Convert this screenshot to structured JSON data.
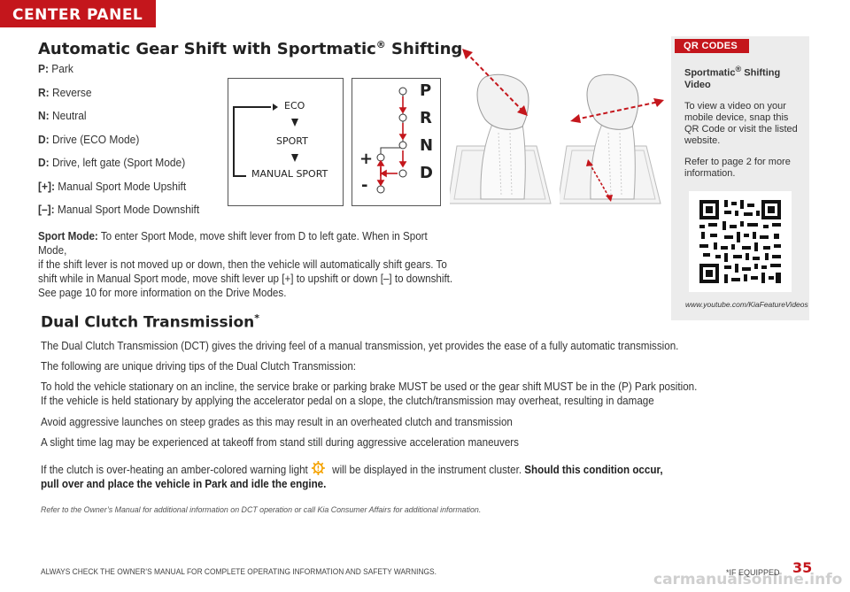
{
  "section_tab": "CENTER PANEL",
  "title": "Automatic Gear Shift with Sportmatic",
  "title_reg": "®",
  "title_suffix": " Shifting",
  "legend": [
    {
      "key": "P:",
      "text": "Park"
    },
    {
      "key": "R:",
      "text": "Reverse"
    },
    {
      "key": "N:",
      "text": "Neutral"
    },
    {
      "key": "D:",
      "text": "Drive (ECO Mode)"
    },
    {
      "key": "D:",
      "text": "Drive, left gate (Sport Mode)"
    },
    {
      "key": "[+]:",
      "text": "Manual Sport Mode Upshift"
    },
    {
      "key": "[–]:",
      "text": "Manual Sport Mode Downshift"
    }
  ],
  "sport_mode": {
    "key": "Sport Mode:",
    "line1": " To enter Sport Mode, move shift lever from D to left gate. When in Sport Mode,",
    "line2": "if the shift lever is not moved up or down, then the vehicle will automatically shift gears. To",
    "line3": "shift while in Manual Sport mode, move shift lever up [+] to upshift or down [–] to downshift.",
    "line4": "See page 10 for more information on the Drive Modes."
  },
  "diagram_modes": {
    "eco": "ECO",
    "sport": "SPORT",
    "manual": "MANUAL SPORT"
  },
  "gears": {
    "p": "P",
    "r": "R",
    "n": "N",
    "d": "D",
    "plus": "+",
    "minus": "-"
  },
  "qr": {
    "tag": "QR CODES",
    "title": "Sportmatic",
    "title_reg": "®",
    "title_rest": " Shifting Video",
    "body": "To view a video on your mobile device, snap this QR Code or visit the listed website.",
    "body2": "Refer to page 2 for more information.",
    "url": "www.youtube.com/KiaFeatureVideos"
  },
  "dct": {
    "title": "Dual Clutch Transmission",
    "star": "*",
    "p1": "The Dual Clutch Transmission (DCT) gives the driving feel of a manual transmission, yet provides the ease of a fully automatic transmission.",
    "p2": "The following are unique driving tips of the Dual Clutch Transmission:",
    "p3a": "To hold the vehicle stationary on an incline, the service brake or parking brake MUST be used or the gear shift MUST be in the (P) Park position.",
    "p3b": "If the vehicle is held stationary by applying the accelerator pedal on a slope, the clutch/transmission may overheat, resulting in damage",
    "p4": "Avoid aggressive launches on steep grades as this may result in an overheated clutch and transmission",
    "p5": "A slight time lag may be experienced at takeoff from stand still during aggressive acceleration maneuvers",
    "p6a": "If the clutch is over-heating an amber-colored warning light",
    "p6b": " will be displayed in the instrument cluster. ",
    "p6bold1": "Should this condition occur,",
    "p6bold2": "pull over and place the vehicle in Park and idle the engine."
  },
  "note": "Refer to the Owner’s Manual for additional information on DCT operation or call Kia Consumer Affairs for additional information.",
  "footer": {
    "left": "ALWAYS CHECK THE OWNER’S MANUAL FOR COMPLETE OPERATING INFORMATION AND SAFETY WARNINGS.",
    "right": "*IF EQUIPPED",
    "page": "35",
    "watermark": "carmanualsonline.info"
  },
  "colors": {
    "accent": "#c4161c",
    "warning": "#f5a300"
  }
}
